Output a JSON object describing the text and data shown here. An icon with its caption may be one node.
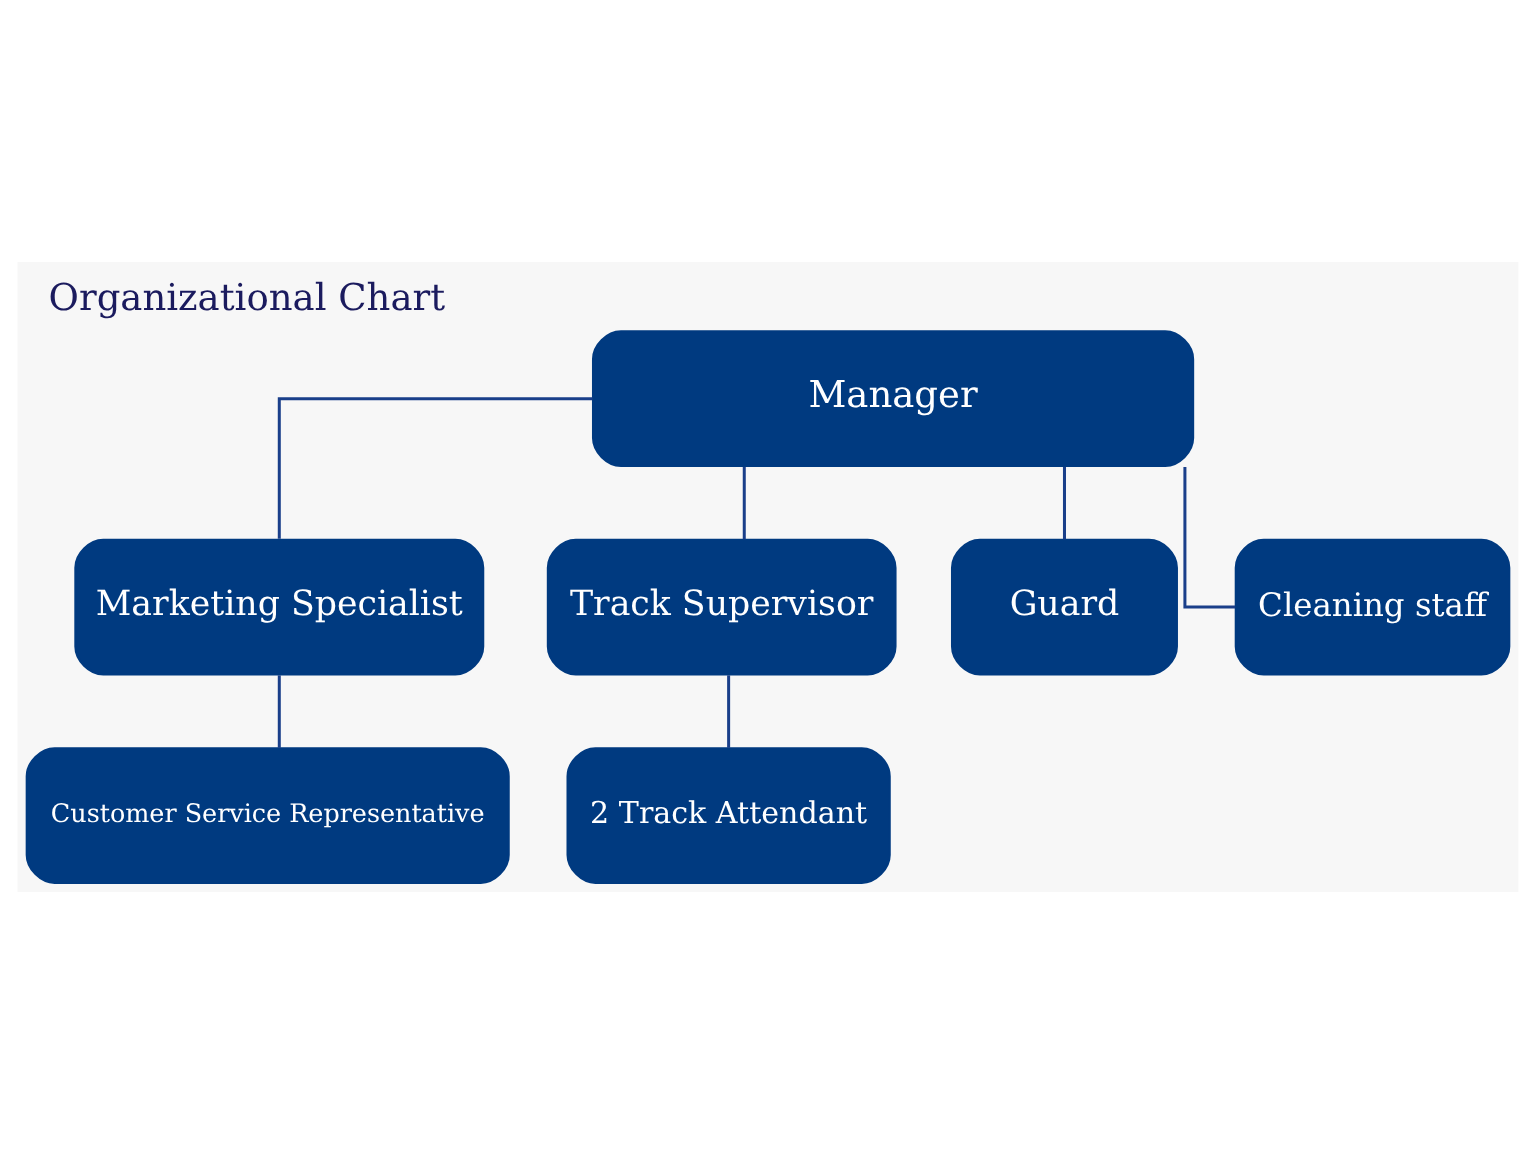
{
  "diagram": {
    "title": "Organizational Chart",
    "nodes": [
      {
        "text": [
          "Manager"
        ]
      },
      {
        "text": [
          "Marketing Specialist"
        ]
      },
      {
        "text": [
          "Track Supervisor"
        ]
      },
      {
        "text": [
          "Guard"
        ]
      },
      {
        "text": [
          "Cleaning staff"
        ]
      },
      {
        "text": [
          "Customer Service Representative"
        ]
      },
      {
        "text": [
          "2 Track Attendant"
        ]
      }
    ],
    "edges": [
      {
        "from": 0,
        "to": 1,
        "arrow": "none"
      },
      {
        "from": 0,
        "to": 2,
        "arrow": "none"
      },
      {
        "from": 0,
        "to": 3,
        "arrow": "none"
      },
      {
        "from": 0,
        "to": 4,
        "arrow": "none"
      },
      {
        "from": 1,
        "to": 5,
        "arrow": "none"
      },
      {
        "from": 2,
        "to": 6,
        "arrow": "none"
      }
    ]
  }
}
